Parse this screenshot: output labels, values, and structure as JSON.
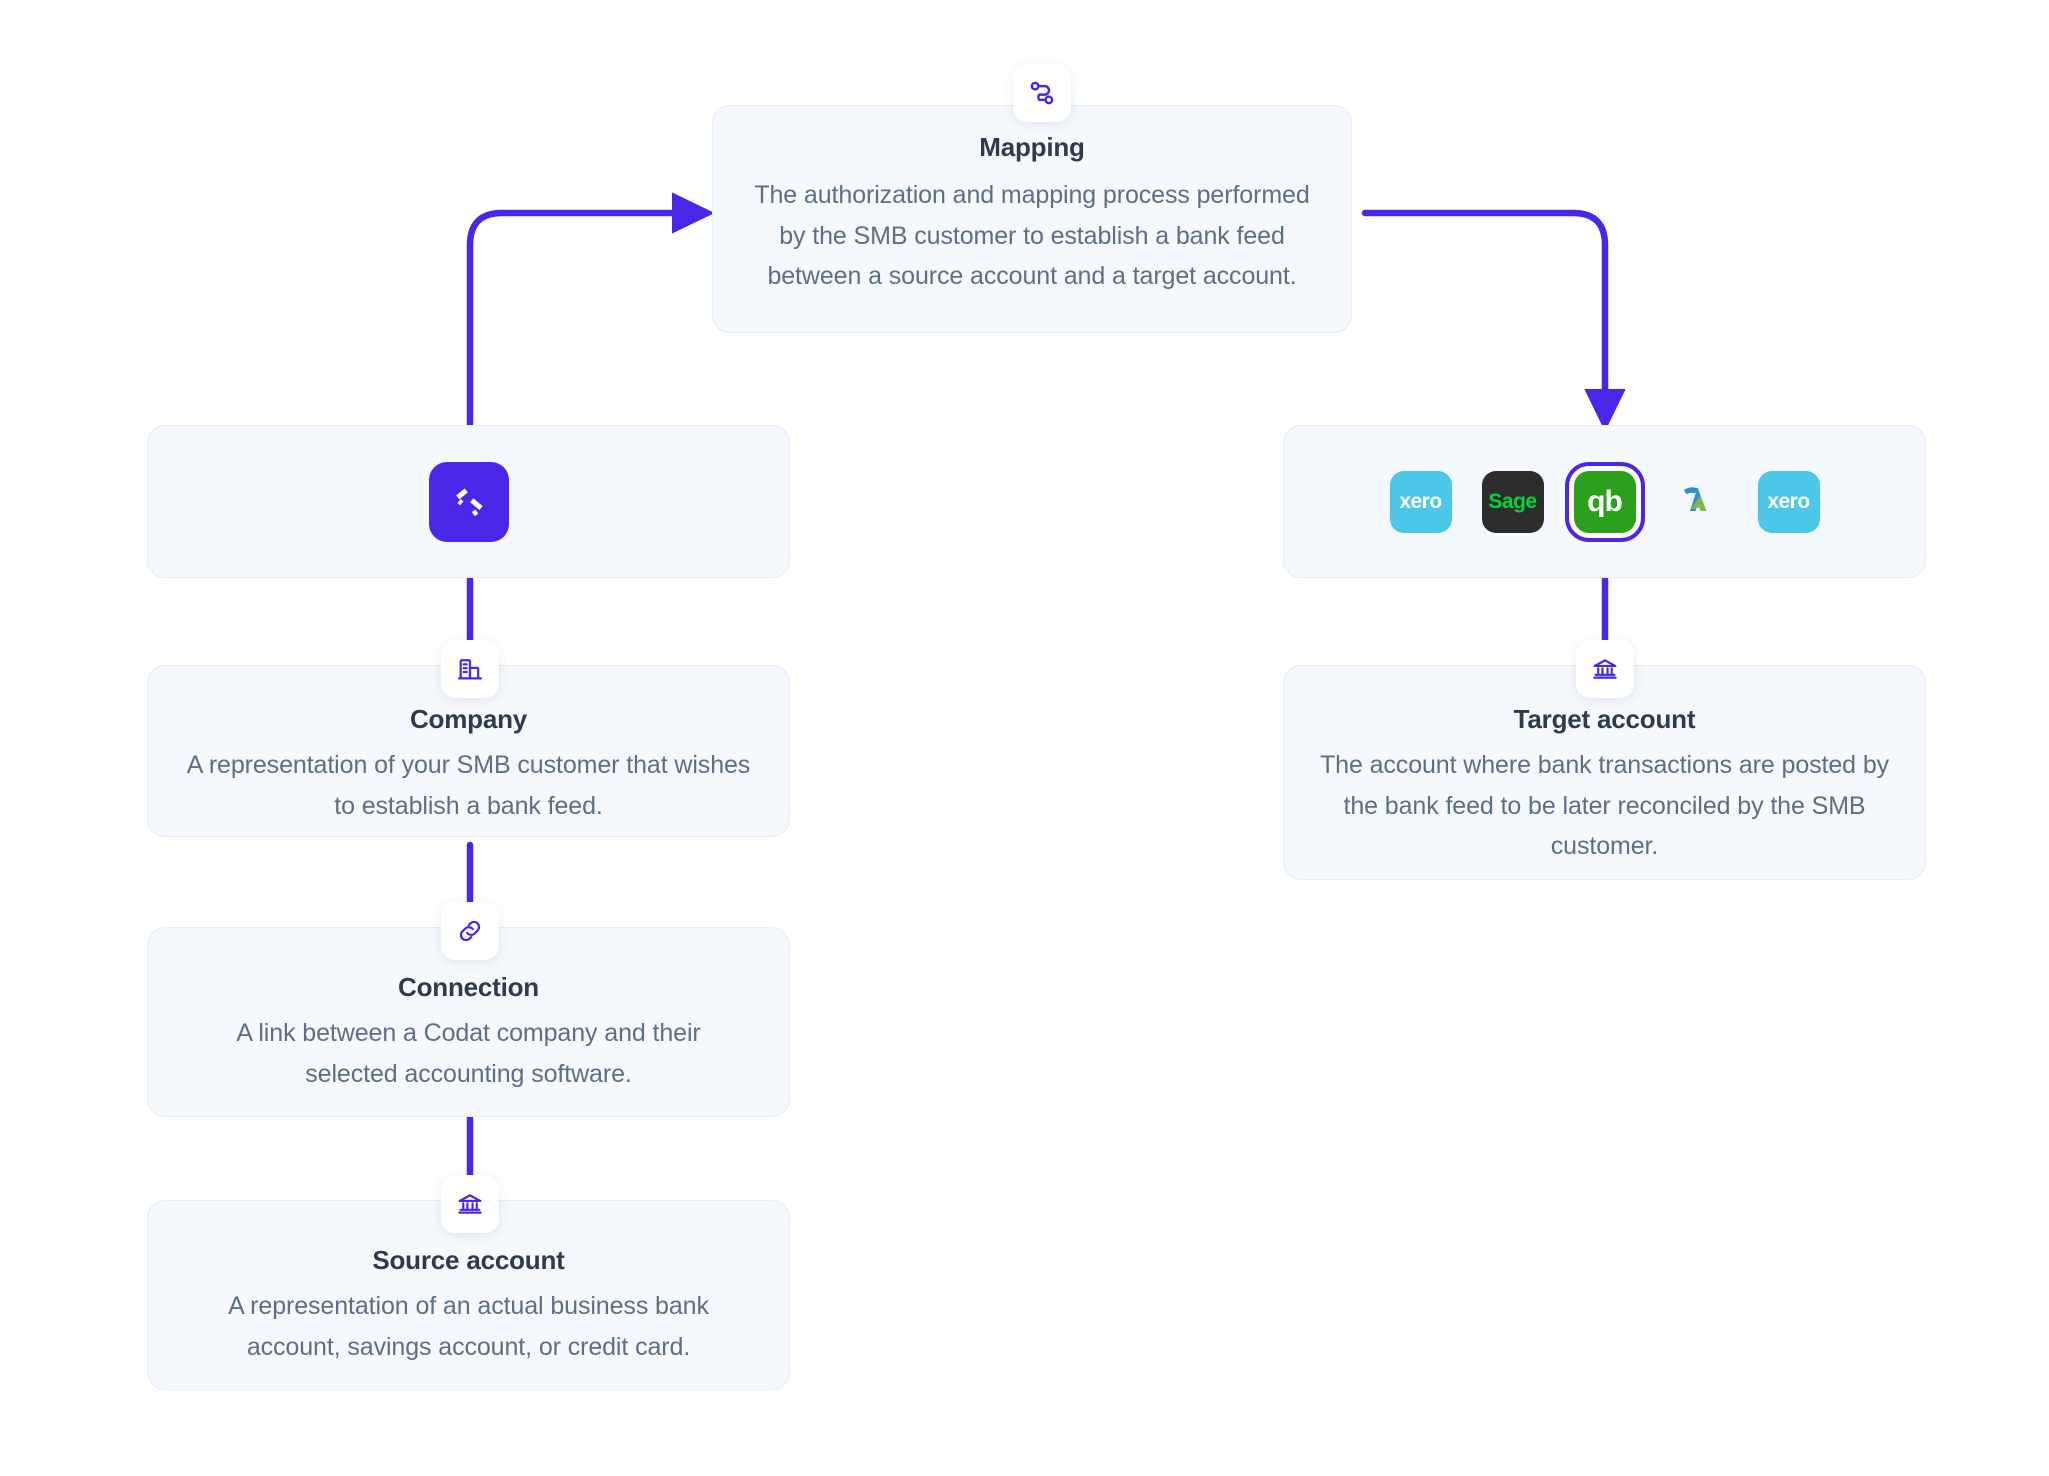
{
  "diagram": {
    "accent_color": "#4A26E8",
    "card_bg": "#f5f8fc",
    "card_border": "#e5edf6",
    "title_color": "#2e3a4e",
    "body_color": "#5d6e87"
  },
  "mapping": {
    "icon": "route-icon",
    "title": "Mapping",
    "description": "The authorization and mapping process performed by the SMB customer to establish a bank feed between a source account and a target account."
  },
  "codat": {
    "icon": "codat-logo-icon"
  },
  "company": {
    "icon": "building-icon",
    "title": "Company",
    "description": "A representation of your SMB customer that wishes to establish a bank feed."
  },
  "connection": {
    "icon": "link-icon",
    "title": "Connection",
    "description": "A link between a Codat company and their selected accounting software."
  },
  "source_account": {
    "icon": "bank-icon",
    "title": "Source account",
    "description": "A representation of an actual business bank account, savings account, or credit card."
  },
  "target_account": {
    "icon": "bank-icon",
    "title": "Target account",
    "description": "The account where bank transactions are posted by the bank feed to be later reconciled by the SMB customer."
  },
  "software": {
    "logos": [
      {
        "name": "xero",
        "label": "xero",
        "selected": false,
        "color": "#4DC7E8"
      },
      {
        "name": "sage",
        "label": "Sage",
        "selected": false,
        "color": "#2d2d2d"
      },
      {
        "name": "quickbooks",
        "label": "qb",
        "selected": true,
        "color": "#2CA01C"
      },
      {
        "name": "freeagent",
        "label": "",
        "selected": false,
        "color": "#5AA94B"
      },
      {
        "name": "xero",
        "label": "xero",
        "selected": false,
        "color": "#4DC7E8"
      }
    ]
  }
}
